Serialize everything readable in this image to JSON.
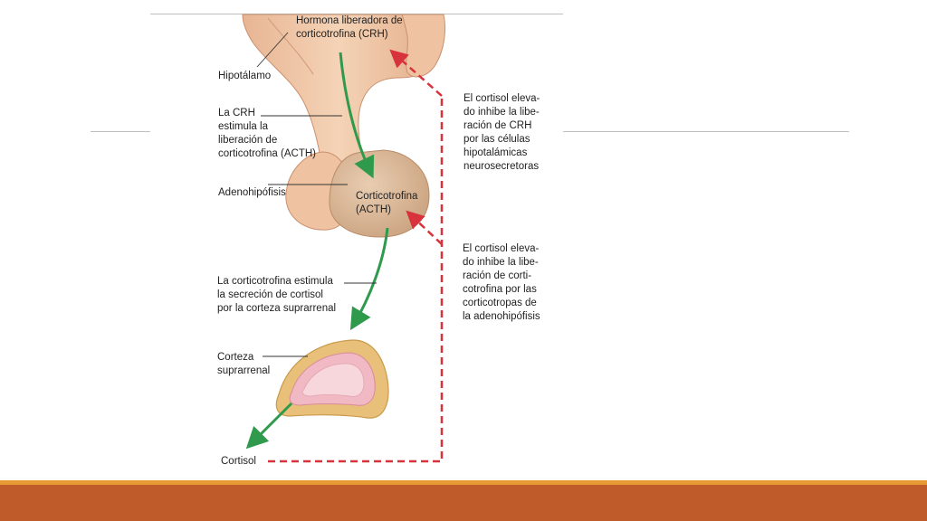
{
  "colors": {
    "gland_fill": "#f2c9a8",
    "gland_stroke": "#c9906e",
    "adeno_fill": "#dcb898",
    "arrow_green": "#2f9a4c",
    "feedback_red": "#d8323c",
    "cortex_outer": "#e9c07a",
    "cortex_inner": "#f0b9c4",
    "footer_band": "#bf5a2b",
    "footer_thin": "#e89a34"
  },
  "labels": {
    "crh": "Hormona liberadora de\ncorticotrofina (CRH)",
    "hipotalamo": "Hipotálamo",
    "crh_stimulus": "La CRH\nestimula la\nliberación de\ncorticotrofina (ACTH)",
    "adenohipofisis": "Adenohipófisis",
    "acth": "Corticotrofina\n(ACTH)",
    "acth_stimulus": "La corticotrofina estimula\nla secreción de cortisol\npor la corteza suprarrenal",
    "corteza": "Corteza\nsuprarrenal",
    "cortisol": "Cortisol",
    "feedback_crh": "El cortisol eleva-\ndo inhibe la libe-\nración de CRH\npor las células\nhipotalámicas\nneurosecretoras",
    "feedback_acth": "El cortisol eleva-\ndo inhibe la libe-\nración de corti-\ncotrofina por las\ncorticotropas de\nla adenohipófisis"
  }
}
